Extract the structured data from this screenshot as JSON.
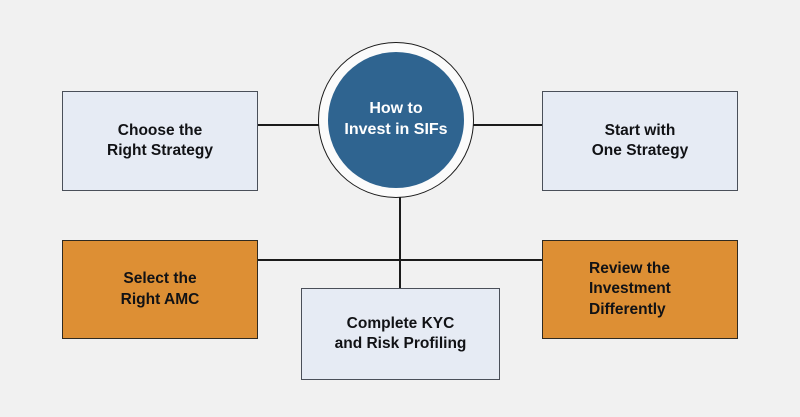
{
  "diagram": {
    "type": "hub-and-spoke",
    "background_color": "#f1f1f1",
    "center": {
      "id": "center-hub",
      "label": "How to\nInvest in SIFs",
      "shape": "circle",
      "fill_color": "#2f6490",
      "text_color": "#ffffff",
      "ring_color": "#ffffff",
      "outline_color": "#1b1b1b"
    },
    "nodes": [
      {
        "id": "choose-the-right-strategy",
        "label": "Choose the\nRight Strategy",
        "shape": "rectangle",
        "fill_color": "#e6ebf4",
        "text_color": "#111215",
        "border_color": "#4a4f59",
        "position": "top-left"
      },
      {
        "id": "start-with-one-strategy",
        "label": "Start with\nOne Strategy",
        "shape": "rectangle",
        "fill_color": "#e6ebf4",
        "text_color": "#111215",
        "border_color": "#4a4f59",
        "position": "top-right"
      },
      {
        "id": "select-the-right-amc",
        "label": "Select the\nRight AMC",
        "shape": "rectangle",
        "fill_color": "#dd8f34",
        "text_color": "#111215",
        "border_color": "#2f2a20",
        "position": "bottom-left"
      },
      {
        "id": "review-the-investment-differently",
        "label": "Review the\nInvestment\nDifferently",
        "shape": "rectangle",
        "fill_color": "#dd8f34",
        "text_color": "#111215",
        "border_color": "#2f2a20",
        "position": "bottom-right"
      },
      {
        "id": "complete-kyc-and-risk-profiling",
        "label": "Complete KYC\nand Risk Profiling",
        "shape": "rectangle",
        "fill_color": "#e6ebf4",
        "text_color": "#111215",
        "border_color": "#4a4f59",
        "position": "bottom-center"
      }
    ],
    "connectors": [
      {
        "id": "connector-center-to-top-left",
        "orientation": "horizontal"
      },
      {
        "id": "connector-center-to-top-right",
        "orientation": "horizontal"
      },
      {
        "id": "connector-bottom-left-to-bottom-right",
        "orientation": "horizontal"
      },
      {
        "id": "connector-center-to-bottom-center",
        "orientation": "vertical"
      }
    ]
  }
}
